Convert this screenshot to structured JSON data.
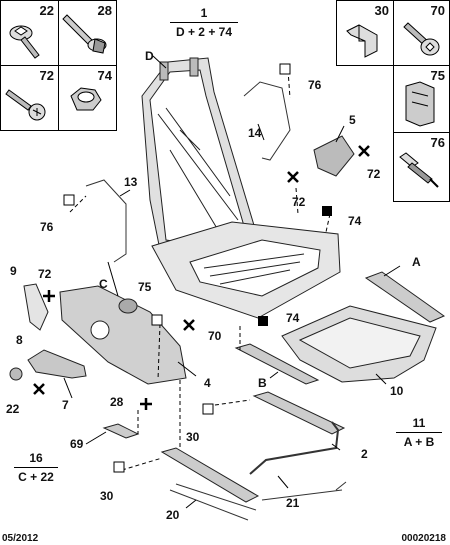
{
  "parts_grid_left": [
    {
      "num": "22",
      "icon": "flanged-torx-screw-icon"
    },
    {
      "num": "28",
      "icon": "collar-bolt-icon"
    },
    {
      "num": "72",
      "icon": "self-tapping-screw-icon"
    },
    {
      "num": "74",
      "icon": "hex-nut-icon"
    }
  ],
  "parts_grid_right": [
    {
      "num": "30",
      "icon": "spring-clip-icon"
    },
    {
      "num": "70",
      "icon": "torx-screw-icon"
    },
    {
      "num": "75",
      "icon": "plastic-clip-icon"
    },
    {
      "num": "76",
      "icon": "push-rivet-icon"
    }
  ],
  "assemblies": [
    {
      "id": "1",
      "formula": "D + 2 + 74"
    },
    {
      "id": "11",
      "formula": "A + B"
    },
    {
      "id": "16",
      "formula": "C + 22"
    }
  ],
  "callouts": {
    "D": "D",
    "c14": "14",
    "c76a": "76",
    "c5": "5",
    "c72a": "72",
    "c72b": "72",
    "c74a": "74",
    "c13": "13",
    "c76b": "76",
    "c9": "9",
    "c72c": "72",
    "cC": "C",
    "c75": "75",
    "c70": "70",
    "c74b": "74",
    "cA": "A",
    "c8": "8",
    "c7": "7",
    "c22": "22",
    "c4": "4",
    "cB": "B",
    "c10": "10",
    "c28": "28",
    "c30a": "30",
    "c69": "69",
    "c2": "2",
    "c30b": "30",
    "c21": "21",
    "c20": "20"
  },
  "footer": {
    "date": "05/2012",
    "ref": "00020218"
  }
}
